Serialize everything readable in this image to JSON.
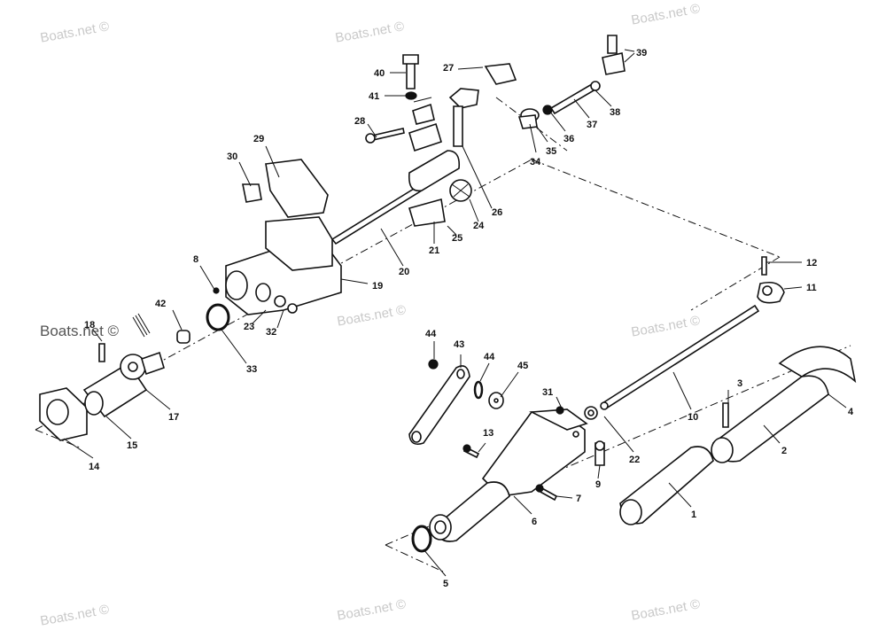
{
  "watermark": {
    "text": "Boats.net ©"
  },
  "callouts": {
    "n1": "1",
    "n2": "2",
    "n3": "3",
    "n4": "4",
    "n5": "5",
    "n6": "6",
    "n7": "7",
    "n8": "8",
    "n9": "9",
    "n10": "10",
    "n11": "11",
    "n12": "12",
    "n13": "13",
    "n14": "14",
    "n15": "15",
    "n17": "17",
    "n18": "18",
    "n19": "19",
    "n20": "20",
    "n21": "21",
    "n22": "22",
    "n23": "23",
    "n24": "24",
    "n25": "25",
    "n26": "26",
    "n27": "27",
    "n28": "28",
    "n29": "29",
    "n30": "30",
    "n31": "31",
    "n32": "32",
    "n33": "33",
    "n34": "34",
    "n35": "35",
    "n36": "36",
    "n37": "37",
    "n38": "38",
    "n39": "39",
    "n40": "40",
    "n41": "41",
    "n42": "42",
    "n43": "43",
    "n44a": "44",
    "n44b": "44",
    "n45": "45"
  }
}
